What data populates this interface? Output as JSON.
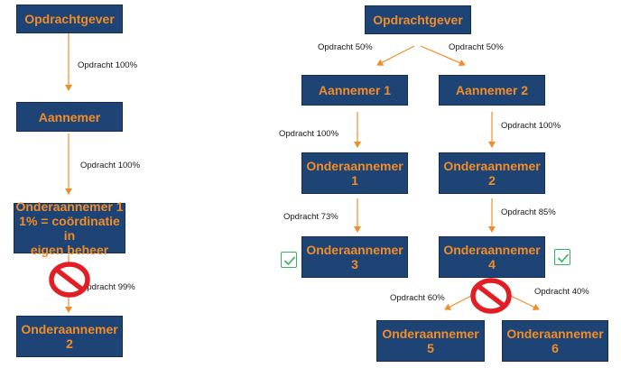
{
  "colors": {
    "box_fill": "#1d4474",
    "box_text": "#f28c28",
    "arrow": "#f28c28",
    "prohibited": "#e31d24",
    "check": "#33b35a"
  },
  "left": {
    "nodes": {
      "opdrachtgever": "Opdrachtgever",
      "aannemer": "Aannemer",
      "onderaannemer1": [
        "Onderaannemer 1",
        "1% = coördinatie in",
        "eigen beheer"
      ],
      "onderaannemer2": [
        "Onderaannemer",
        "2"
      ]
    },
    "edges": {
      "e1": "Opdracht 100%",
      "e2": "Opdracht 100%",
      "e3": "Opdracht 99%"
    },
    "icons": {
      "prohibited": "no-entry-icon"
    }
  },
  "right": {
    "nodes": {
      "opdrachtgever": "Opdrachtgever",
      "aannemer1": "Aannemer 1",
      "aannemer2": "Aannemer 2",
      "onder1": [
        "Onderaannemer",
        "1"
      ],
      "onder2": [
        "Onderaannemer",
        "2"
      ],
      "onder3": [
        "Onderaannemer",
        "3"
      ],
      "onder4": [
        "Onderaannemer",
        "4"
      ],
      "onder5": [
        "Onderaannemer",
        "5"
      ],
      "onder6": [
        "Onderaannemer",
        "6"
      ]
    },
    "edges": {
      "to_a1": "Opdracht 50%",
      "to_a2": "Opdracht 50%",
      "a1_o1": "Opdracht 100%",
      "a2_o2": "Opdracht 100%",
      "o1_o3": "Opdracht 73%",
      "o2_o4": "Opdracht 85%",
      "o4_o5": "Opdracht 60%",
      "o4_o6": "Opdracht 40%"
    },
    "icons": {
      "check": "checkmark-icon",
      "prohibited": "no-entry-icon"
    }
  }
}
